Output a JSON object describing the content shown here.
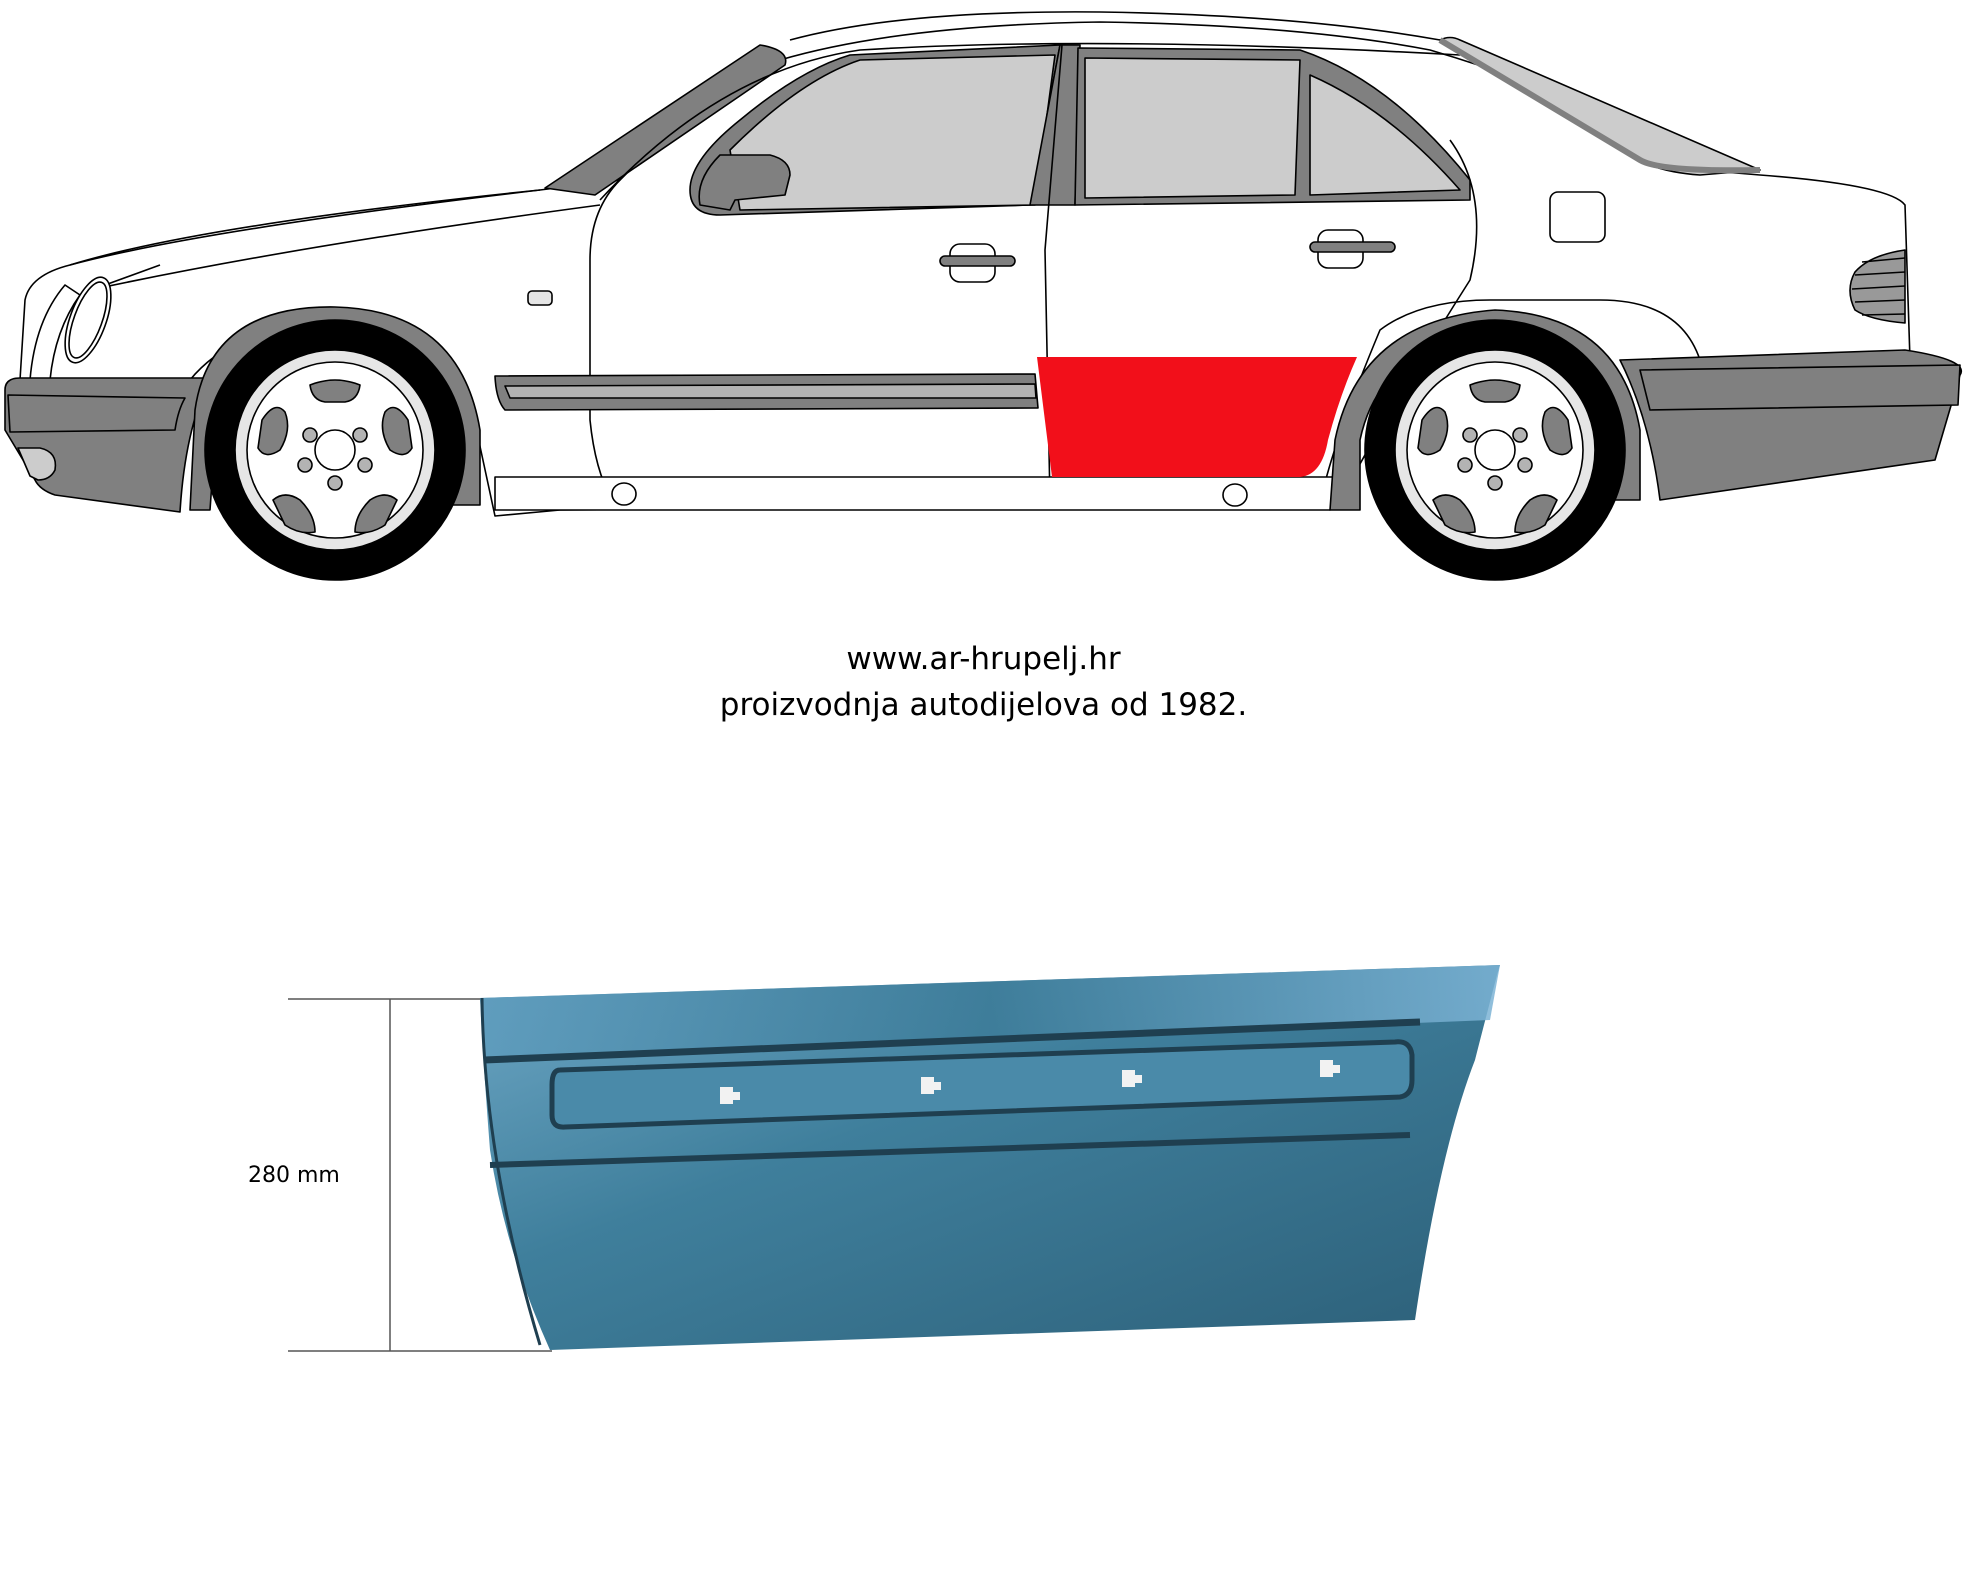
{
  "header": {
    "url": "www.ar-hrupelj.hr",
    "tagline": "proizvodnja autodijelova od 1982."
  },
  "car_diagram": {
    "view": "side view, left side",
    "highlighted_part": "rear door lower repair panel",
    "highlight_color": "#F20F1A",
    "body_color": "#FFFFFF",
    "trim_color": "#808080",
    "glass_color": "#CCCCCC",
    "tire_color": "#000000"
  },
  "part_photo": {
    "part_color": "#3F7F9C",
    "mounting_clips": 4
  },
  "dimension": {
    "label": "280 mm",
    "value": 280,
    "unit": "mm"
  }
}
